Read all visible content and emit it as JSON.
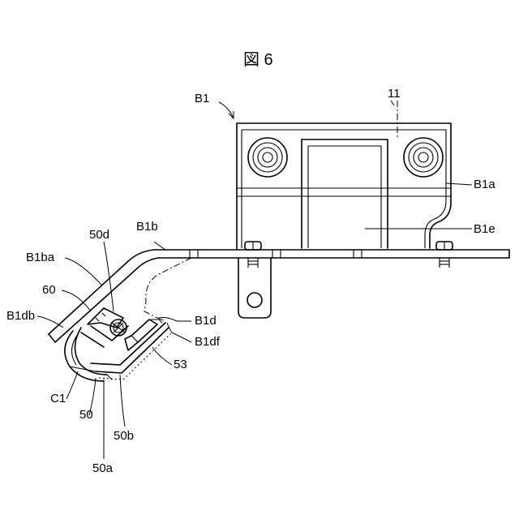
{
  "figure": {
    "title": "図 6",
    "labels": {
      "B1": "B1",
      "n11": "11",
      "B1a": "B1a",
      "B1e": "B1e",
      "B1b": "B1b",
      "n50d": "50d",
      "B1ba": "B1ba",
      "n60": "60",
      "B1db": "B1db",
      "B1d": "B1d",
      "B1df": "B1df",
      "n53": "53",
      "C1": "C1",
      "n50": "50",
      "n50b": "50b",
      "n50a": "50a"
    }
  }
}
